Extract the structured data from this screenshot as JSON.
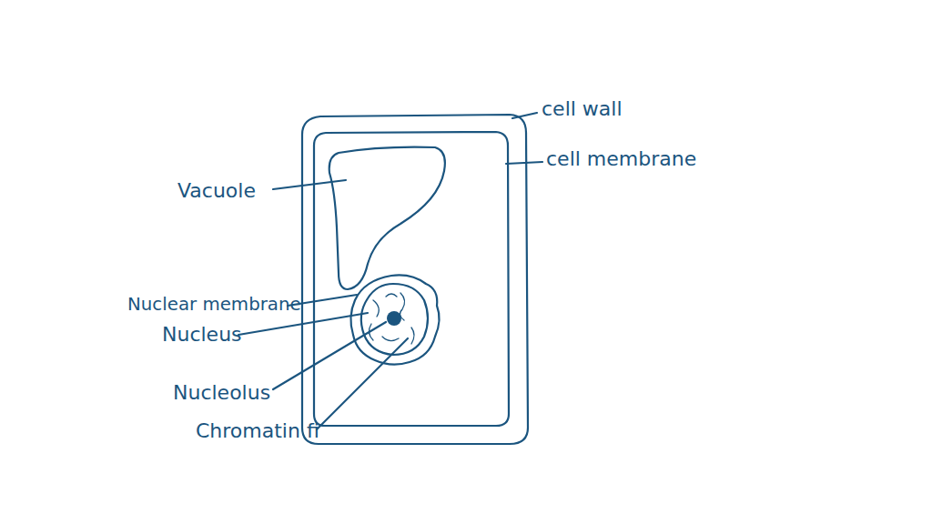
{
  "diagram": {
    "labels": [
      "cell wall",
      "cell membrane",
      "Vacuole",
      "Nuclear membrane",
      "Nucleus",
      "Nucleolus",
      "Chromatin fi"
    ]
  }
}
